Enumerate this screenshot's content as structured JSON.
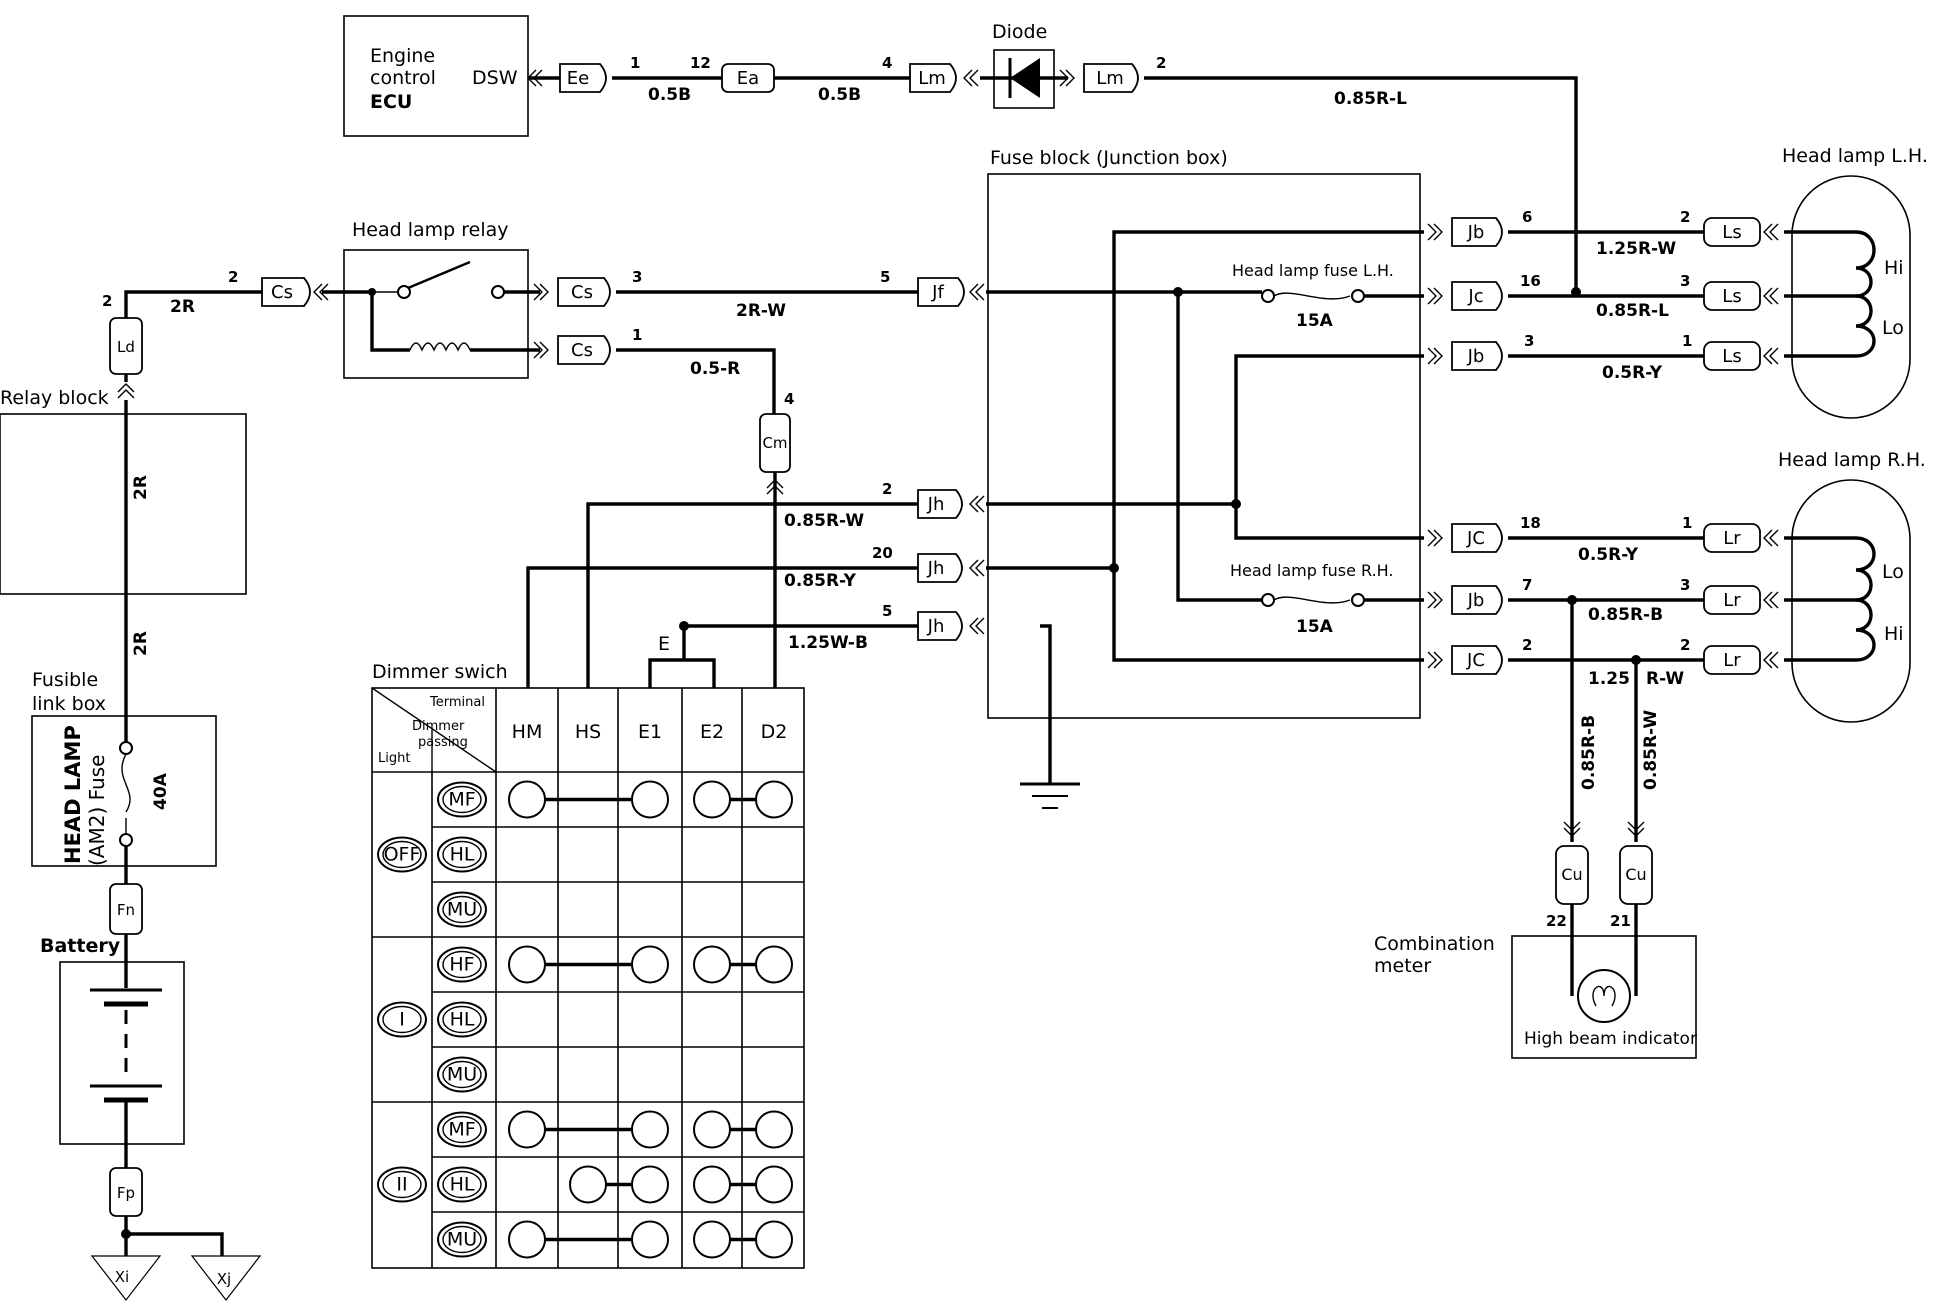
{
  "ecu": {
    "line1": "Engine",
    "line2": "control",
    "line3": "ECU",
    "terminal": "DSW"
  },
  "diode_label": "Diode",
  "head_lamp_relay": "Head lamp relay",
  "fuse_block": "Fuse block (Junction box)",
  "relay_block": "Relay block",
  "fusible_link_box": {
    "line1": "Fusible",
    "line2": "link box",
    "name1": "HEAD LAMP",
    "name2": "(AM2) Fuse",
    "rating": "40A"
  },
  "battery": "Battery",
  "head_lamp_lh": "Head lamp L.H.",
  "head_lamp_rh": "Head lamp R.H.",
  "fuse_lh": {
    "label": "Head lamp fuse L.H.",
    "rating": "15A"
  },
  "fuse_rh": {
    "label": "Head lamp fuse R.H.",
    "rating": "15A"
  },
  "combination_meter": {
    "line1": "Combination",
    "line2": "meter",
    "indicator": "High beam indicator"
  },
  "lamp_lh": {
    "hi": "Hi",
    "lo": "Lo"
  },
  "lamp_rh": {
    "lo": "Lo",
    "hi": "Hi"
  },
  "connectors": {
    "ee": "Ee",
    "ea": "Ea",
    "lm1": "Lm",
    "lm2": "Lm",
    "cs1": "Cs",
    "cs2": "Cs",
    "cs3": "Cs",
    "ld": "Ld",
    "jf": "Jf",
    "cm": "Cm",
    "jh1": "Jh",
    "jh2": "Jh",
    "jh3": "Jh",
    "jb1": "Jb",
    "jc1": "Jc",
    "jb2": "Jb",
    "jc2": "JC",
    "jb3": "Jb",
    "jc3": "JC",
    "ls1": "Ls",
    "ls2": "Ls",
    "ls3": "Ls",
    "lr1": "Lr",
    "lr2": "Lr",
    "lr3": "Lr",
    "fn": "Fn",
    "fp": "Fp",
    "cu1": "Cu",
    "cu2": "Cu",
    "xi": "Xi",
    "xj": "Xj",
    "e": "E"
  },
  "pins": {
    "ee": "1",
    "ea": "12",
    "lm1": "4",
    "lm2": "2",
    "cs_left": "2",
    "ld": "2",
    "cs3_out": "3",
    "cs1_out": "1",
    "jf": "5",
    "cm": "4",
    "jh1": "2",
    "jh2": "20",
    "jh3": "5",
    "jb1": "6",
    "jc1": "16",
    "jb2": "3",
    "jc2": "18",
    "jb3": "7",
    "jc3": "2",
    "ls1": "2",
    "ls2": "3",
    "ls3": "1",
    "lr1": "1",
    "lr2": "3",
    "lr3": "2",
    "cu1": "22",
    "cu2": "21"
  },
  "wires": {
    "ee_ea": "0.5B",
    "ea_lm": "0.5B",
    "lm_top": "0.85R-L",
    "relay_left": "2R",
    "relay_block": "2R",
    "fusible": "2R",
    "cs_jf": "2R-W",
    "cs_cm": "0.5-R",
    "jh1": "0.85R-W",
    "jh2": "0.85R-Y",
    "jh3": "1.25W-B",
    "ls1": "1.25R-W",
    "ls2": "0.85R-L",
    "ls3": "0.5R-Y",
    "lr1": "0.5R-Y",
    "lr2": "0.85R-B",
    "lr3a": "1.25",
    "lr3b": "R-W",
    "cu1": "0.85R-B",
    "cu2": "0.85R-W"
  },
  "dimmer": {
    "title": "Dimmer swich",
    "header_terminal": "Terminal",
    "header_dimmer": "Dimmer",
    "header_passing": "passing",
    "header_light": "Light",
    "columns": [
      "HM",
      "HS",
      "E1",
      "E2",
      "D2"
    ],
    "groups": [
      "OFF",
      "I",
      "II"
    ],
    "rows": [
      {
        "group": 0,
        "pos": "MF",
        "hm_e1": true,
        "hs_e1": false,
        "e2_d2": true
      },
      {
        "group": 0,
        "pos": "HL",
        "hm_e1": false,
        "hs_e1": false,
        "e2_d2": false
      },
      {
        "group": 0,
        "pos": "MU",
        "hm_e1": false,
        "hs_e1": false,
        "e2_d2": false
      },
      {
        "group": 1,
        "pos": "HF",
        "hm_e1": true,
        "hs_e1": false,
        "e2_d2": true
      },
      {
        "group": 1,
        "pos": "HL",
        "hm_e1": false,
        "hs_e1": false,
        "e2_d2": false
      },
      {
        "group": 1,
        "pos": "MU",
        "hm_e1": false,
        "hs_e1": false,
        "e2_d2": false
      },
      {
        "group": 2,
        "pos": "MF",
        "hm_e1": true,
        "hs_e1": false,
        "e2_d2": true
      },
      {
        "group": 2,
        "pos": "HL",
        "hm_e1": false,
        "hs_e1": true,
        "e2_d2": true
      },
      {
        "group": 2,
        "pos": "MU",
        "hm_e1": true,
        "hs_e1": false,
        "e2_d2": true
      }
    ]
  }
}
